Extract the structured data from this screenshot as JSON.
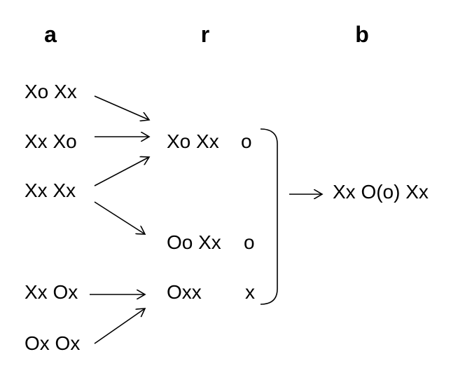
{
  "headers": {
    "a": "a",
    "r": "r",
    "b": "b"
  },
  "left": [
    "Xo Xx",
    "Xx Xo",
    "Xx Xx",
    "Xx Ox",
    "Ox Ox"
  ],
  "middle": [
    {
      "genotype": "Xo Xx",
      "mark": "o"
    },
    {
      "genotype": "Oo Xx",
      "mark": "o"
    },
    {
      "genotype": "Oxx",
      "mark": "x"
    }
  ],
  "result": "Xx O(o) Xx"
}
